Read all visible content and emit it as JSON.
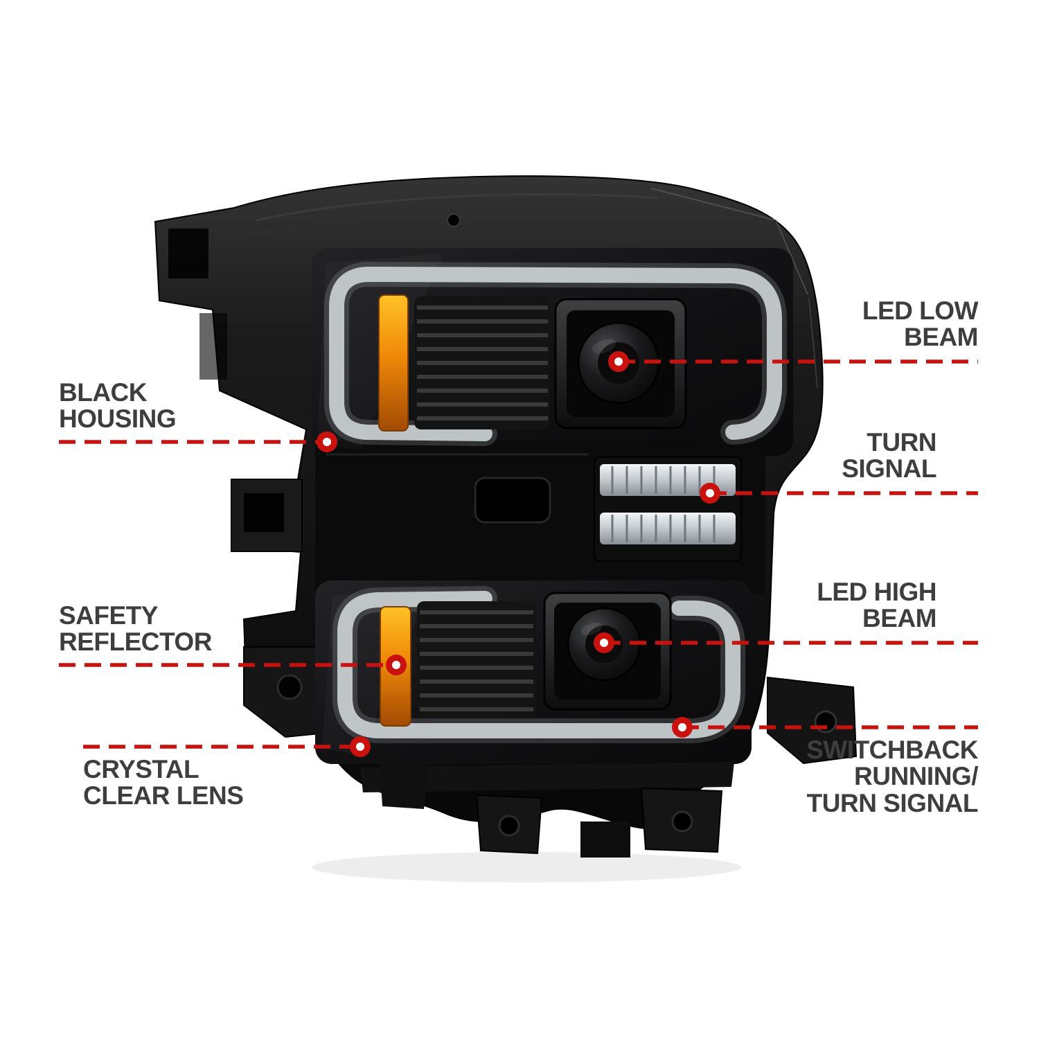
{
  "page": {
    "background": "#ffffff"
  },
  "style": {
    "accent_red": "#c9110e",
    "label_color": "#3e3e3e"
  },
  "callouts": {
    "led_low_beam": {
      "line1": "LED LOW",
      "line2": "BEAM"
    },
    "turn_signal": {
      "line1": "TURN",
      "line2": "SIGNAL"
    },
    "led_high_beam": {
      "line1": "LED HIGH",
      "line2": "BEAM"
    },
    "switchback": {
      "line1": "SWITCHBACK",
      "line2": "RUNNING/",
      "line3": "TURN SIGNAL"
    },
    "black_housing": {
      "line1": "BLACK",
      "line2": "HOUSING"
    },
    "safety_reflector": {
      "line1": "SAFETY",
      "line2": "REFLECTOR"
    },
    "crystal_clear_lens": {
      "line1": "CRYSTAL",
      "line2": "CLEAR LENS"
    }
  }
}
